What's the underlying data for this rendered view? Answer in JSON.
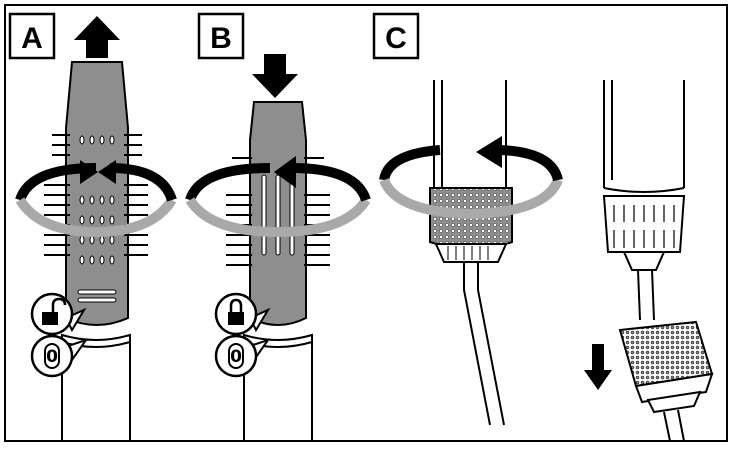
{
  "panels": [
    {
      "label": "A"
    },
    {
      "label": "B"
    },
    {
      "label": "C"
    }
  ],
  "badges": {
    "power_off_symbol_a": "0",
    "power_off_symbol_b": "0"
  },
  "colors": {
    "outline": "#000000",
    "brush_gray": "#8e8e8e",
    "ring_gray": "#a9a9a9",
    "background": "#ffffff"
  }
}
